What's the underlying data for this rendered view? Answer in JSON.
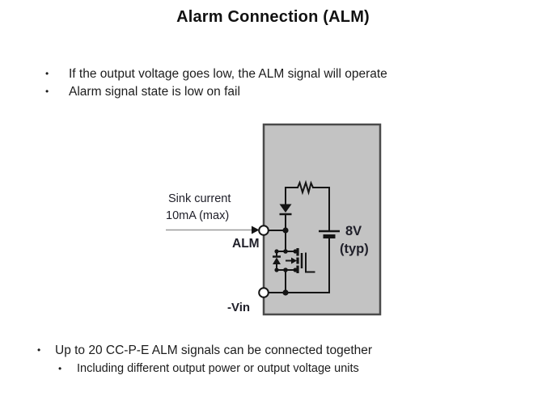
{
  "title": "Alarm Connection (ALM)",
  "bullet_char": "•",
  "bullets_top": [
    "If the output voltage goes low, the ALM signal will operate",
    "Alarm signal state is low on fail"
  ],
  "bullets_bottom": {
    "main": "Up to 20 CC-P-E ALM signals can be connected together",
    "sub": "Including different output power or output voltage units"
  },
  "diagram": {
    "labels": {
      "sink_current_line1": "Sink current",
      "sink_current_line2": "10mA (max)",
      "alm_terminal": "ALM",
      "vin_terminal": "-Vin",
      "battery_voltage": "8V",
      "battery_qualifier": "(typ)"
    },
    "components": [
      "sink-current-arrow",
      "alm-terminal",
      "pullup-resistor",
      "diode",
      "battery-8v-typ",
      "open-drain-mosfet",
      "neg-vin-terminal"
    ],
    "colors": {
      "box_fill": "#c3c3c3",
      "box_border": "#4a4a4a",
      "wire": "#141414",
      "arrow_shaft": "#999999",
      "text": "#20202a"
    }
  }
}
